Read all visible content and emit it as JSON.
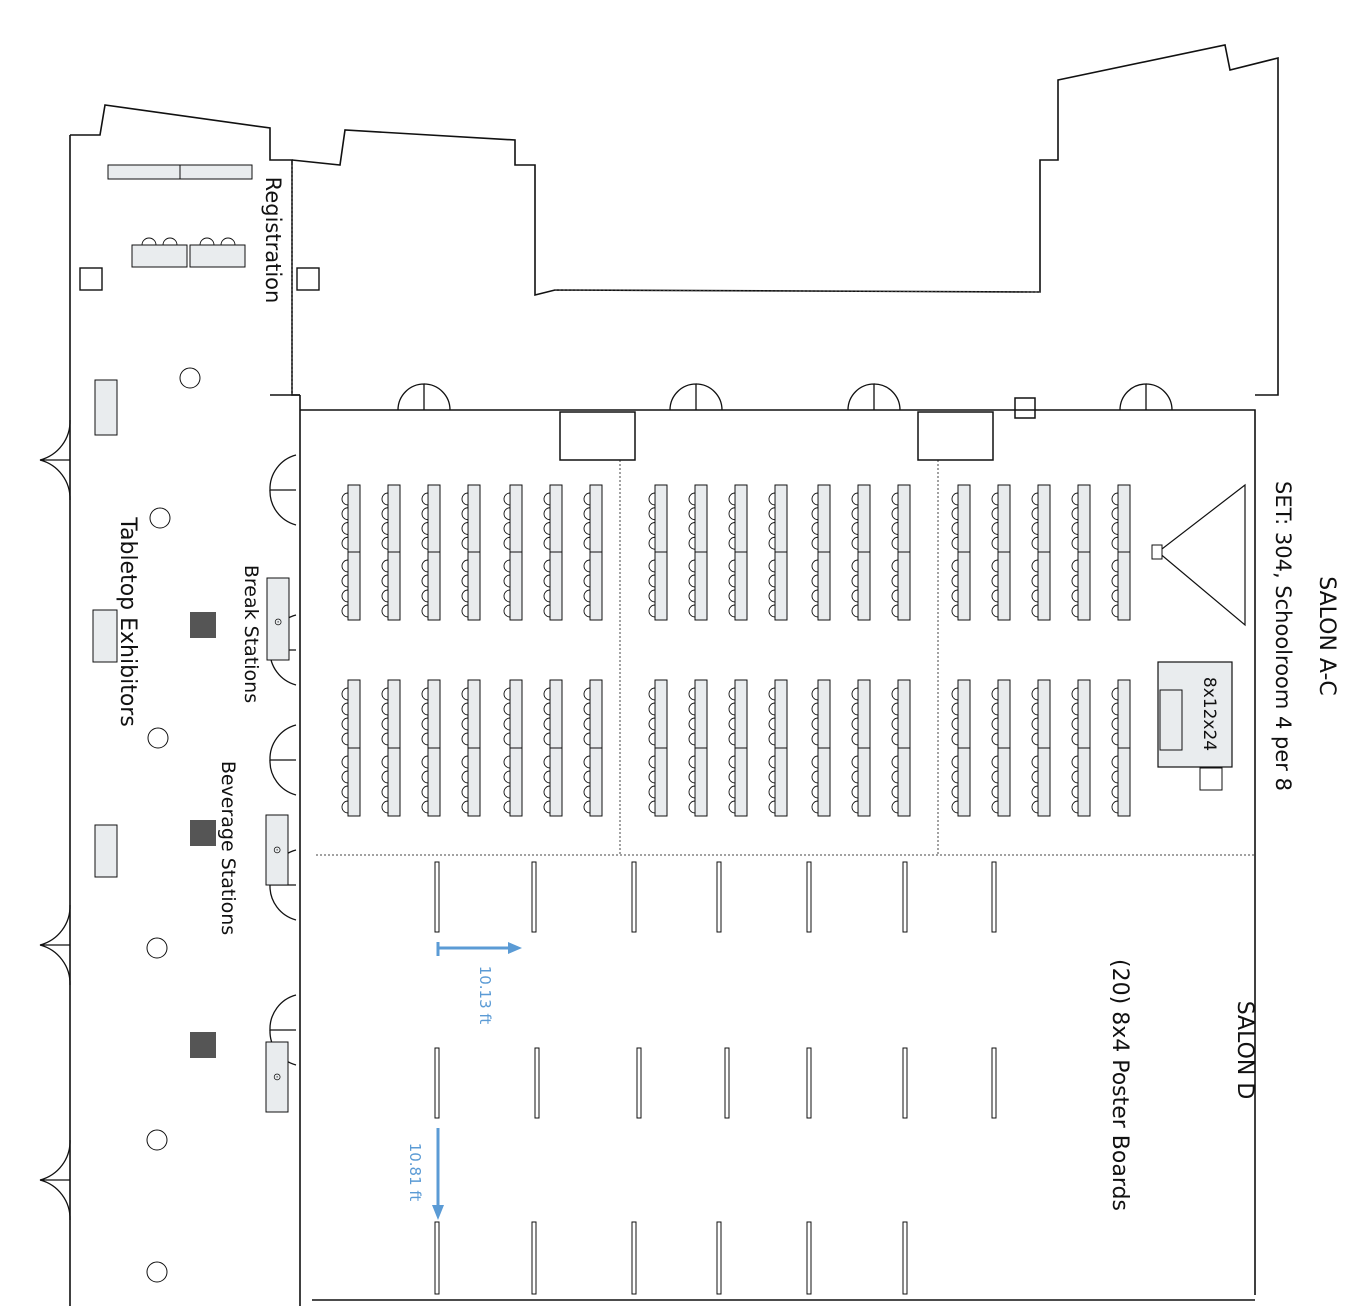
{
  "labels": {
    "salon_ac": "SALON A-C",
    "salon_ac_set": "SET: 304, Schoolroom 4 per 8",
    "salon_d": "SALON D",
    "poster_boards": "(20) 8x4 Poster Boards",
    "registration": "Registration",
    "tabletop_exhibitors": "Tabletop Exhibitors",
    "break_stations": "Break Stations",
    "beverage_stations": "Beverage Stations",
    "stage": "8x12x24"
  },
  "dimensions": {
    "spacing_1": "10.13 ft",
    "spacing_2": "10.81 ft"
  },
  "colors": {
    "dimension": "#5b9bd5",
    "table_fill": "#e9ecee",
    "line": "#111111"
  },
  "icons": {
    "break_station": "plate-cutlery-icon",
    "beverage_station": "coffee-urn-icon",
    "screen": "projection-screen-icon",
    "column": "column-icon"
  }
}
